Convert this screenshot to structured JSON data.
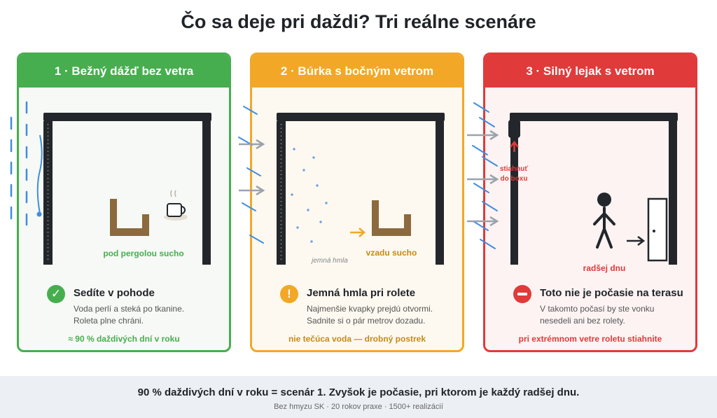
{
  "title": "Čo sa deje pri daždi? Tri reálne scenáre",
  "colors": {
    "green": "#47ae4f",
    "orange": "#f2a826",
    "red": "#e03a3a",
    "rain": "#3f8ee0",
    "wind_arrow": "#9aa3ad",
    "frame": "#23272b",
    "table": "#8c6a3e"
  },
  "cards": [
    {
      "header": "1 · Bežný dážď bez vetra",
      "scene_label": "pod pergolou sucho",
      "verdict_icon": "check-icon",
      "verdict_title": "Sedíte v pohode",
      "verdict_lines": [
        "Voda perlí a steká po tkanine.",
        "Roleta plne chráni."
      ],
      "note": "≈ 90 % daždivých dní v roku"
    },
    {
      "header": "2 · Búrka s bočným vetrom",
      "mist_label": "jemná hmla",
      "scene_label": "vzadu sucho",
      "verdict_icon": "exclamation-icon",
      "verdict_title": "Jemná hmla pri rolete",
      "verdict_lines": [
        "Najmenšie kvapky prejdú otvormi.",
        "Sadnite si o pár metrov dozadu."
      ],
      "note": "nie tečúca voda — drobný postrek"
    },
    {
      "header": "3 · Silný lejak s vetrom",
      "retract_label_lines": [
        "stiahnuť",
        "do boxu"
      ],
      "scene_label": "radšej dnu",
      "verdict_icon": "no-entry-icon",
      "verdict_title": "Toto nie je počasie na terasu",
      "verdict_lines": [
        "V takomto počasí by ste vonku",
        "nesedeli ani bez rolety."
      ],
      "note": "pri extrémnom vetre roletu stiahnite"
    }
  ],
  "footer": {
    "main": "90 % daždivých dní v roku = scenár 1. Zvyšok je počasie, pri ktorom je každý radšej dnu.",
    "sub": "Bez hmyzu SK · 20 rokov praxe · 1500+ realizácií"
  }
}
